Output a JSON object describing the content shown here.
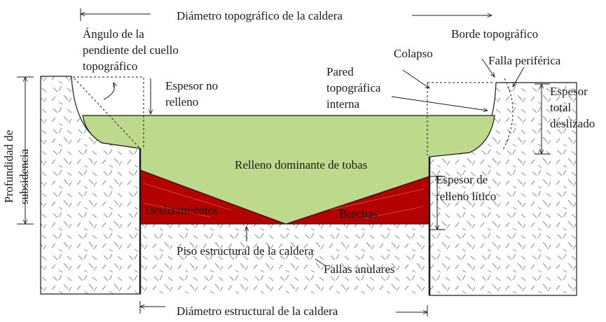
{
  "diagram": {
    "labels": {
      "diametro_topografico": "Diámetro topográfico de la caldera",
      "angulo_l1": "Ángulo de la",
      "angulo_l2": "pendiente del cuello",
      "angulo_l3": "topográfico",
      "borde_topografico": "Borde topográfico",
      "colapso": "Colapso",
      "falla_periferica": "Falla periférica",
      "pared_l1": "Pared",
      "pared_l2": "topográfica",
      "pared_l3": "interna",
      "espesor_no_l1": "Espesor no",
      "espesor_no_l2": "relleno",
      "espesor_total_l1": "Espesor",
      "espesor_total_l2": "total",
      "espesor_total_l3": "deslizado",
      "profundidad_l1": "Profundidad de",
      "profundidad_l2": "subsidencia",
      "relleno_tobas": "Relleno dominante de tobas",
      "espesor_litico_l1": "Espesor de",
      "espesor_litico_l2": "relleno lítico",
      "deslizamientos": "Deslizamientos",
      "brechas": "Brechas",
      "piso_estructural": "Piso estructural de la caldera",
      "fallas_anulares": "Fallas anulares",
      "diametro_estructural": "Diámetro estructural de la caldera"
    },
    "colors": {
      "tuff_fill": "#bdd98b",
      "breccia_fill": "#b30000",
      "outline": "#1a1a1a",
      "rock_hatch": "#8a8a8a"
    }
  }
}
